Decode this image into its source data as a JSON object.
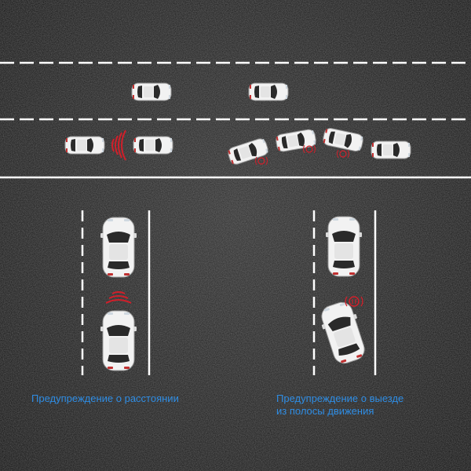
{
  "captions": {
    "distance_warning": "Предупреждение о расстоянии",
    "lane_departure_warning_line1": "Предупреждение о выезде",
    "lane_departure_warning_line2": "из полосы движения"
  },
  "colors": {
    "caption_text": "#2f8de4",
    "asphalt": "#1c1c1c",
    "road_marking": "#ffffff",
    "warning_signal": "#d11f2a",
    "car_body": "#f2f2f2"
  },
  "icons": {
    "distance_signal": "radar-waves-icon",
    "lane_departure_signal": "lane-departure-icon"
  }
}
